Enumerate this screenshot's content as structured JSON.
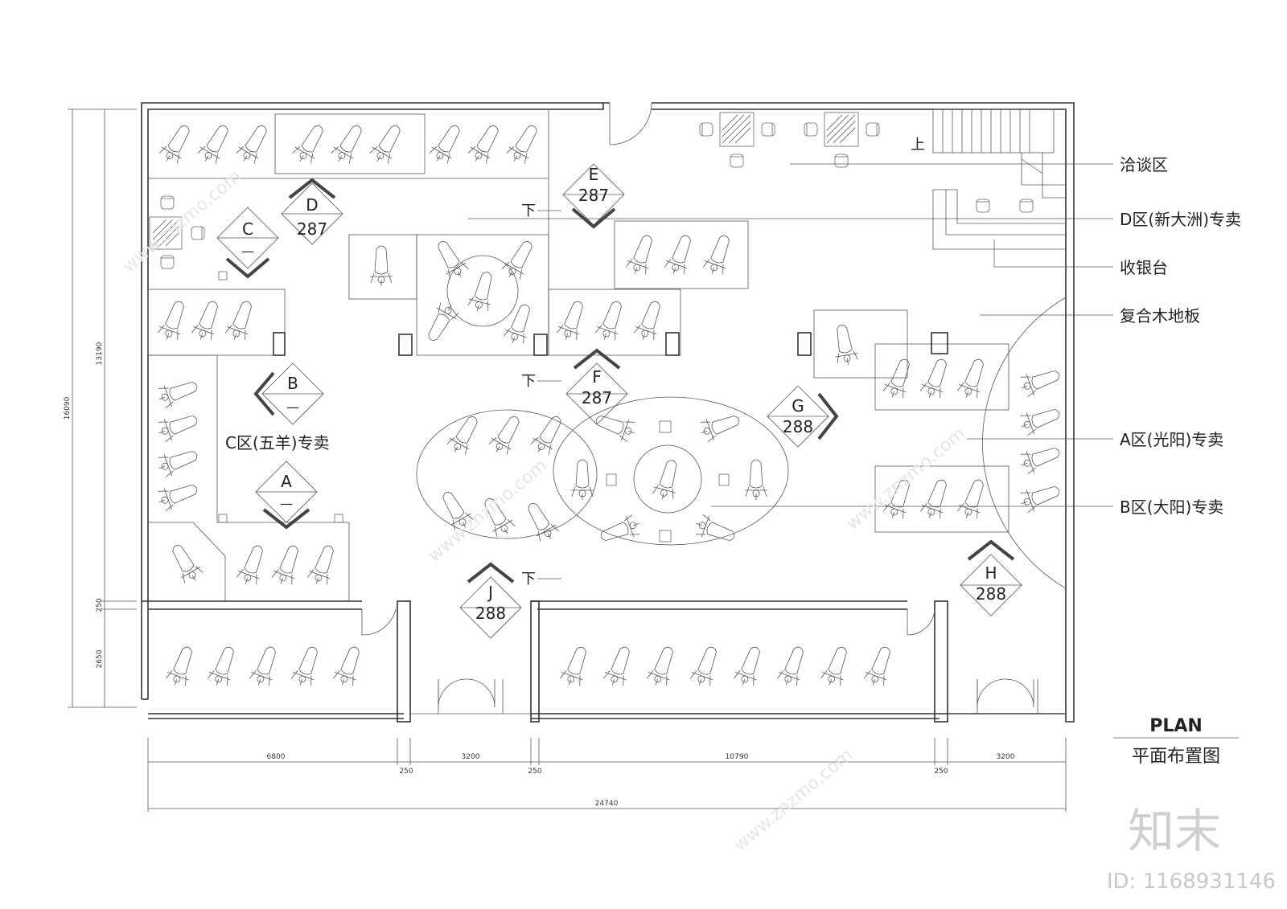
{
  "zones": [
    {
      "letter": "D",
      "value": "287"
    },
    {
      "letter": "C",
      "value": "—"
    },
    {
      "letter": "E",
      "value": "287"
    },
    {
      "letter": "B",
      "value": "—"
    },
    {
      "letter": "A",
      "value": "—"
    },
    {
      "letter": "F",
      "value": "287"
    },
    {
      "letter": "G",
      "value": "288"
    },
    {
      "letter": "J",
      "value": "288"
    },
    {
      "letter": "H",
      "value": "288"
    }
  ],
  "labels": {
    "negotiation": "洽谈区",
    "zone_d": "D区(新大洲)专卖",
    "cashier": "收银台",
    "floor": "复合木地板",
    "zone_a": "A区(光阳)专卖",
    "zone_b": "B区(大阳)专卖",
    "zone_c": "C区(五羊)专卖"
  },
  "stairs": {
    "up": "上",
    "down": "下"
  },
  "dimensions": {
    "bottom": [
      "6800",
      "250",
      "3200",
      "250",
      "10790",
      "250",
      "3200"
    ],
    "total_width": "24740",
    "left": [
      "16090",
      "13190",
      "250",
      "2650"
    ]
  },
  "title": {
    "en": "PLAN",
    "cn": "平面布置图"
  },
  "watermark": {
    "brand": "知末",
    "site": "www.znzmo.com",
    "id": "ID: 1168931146"
  }
}
